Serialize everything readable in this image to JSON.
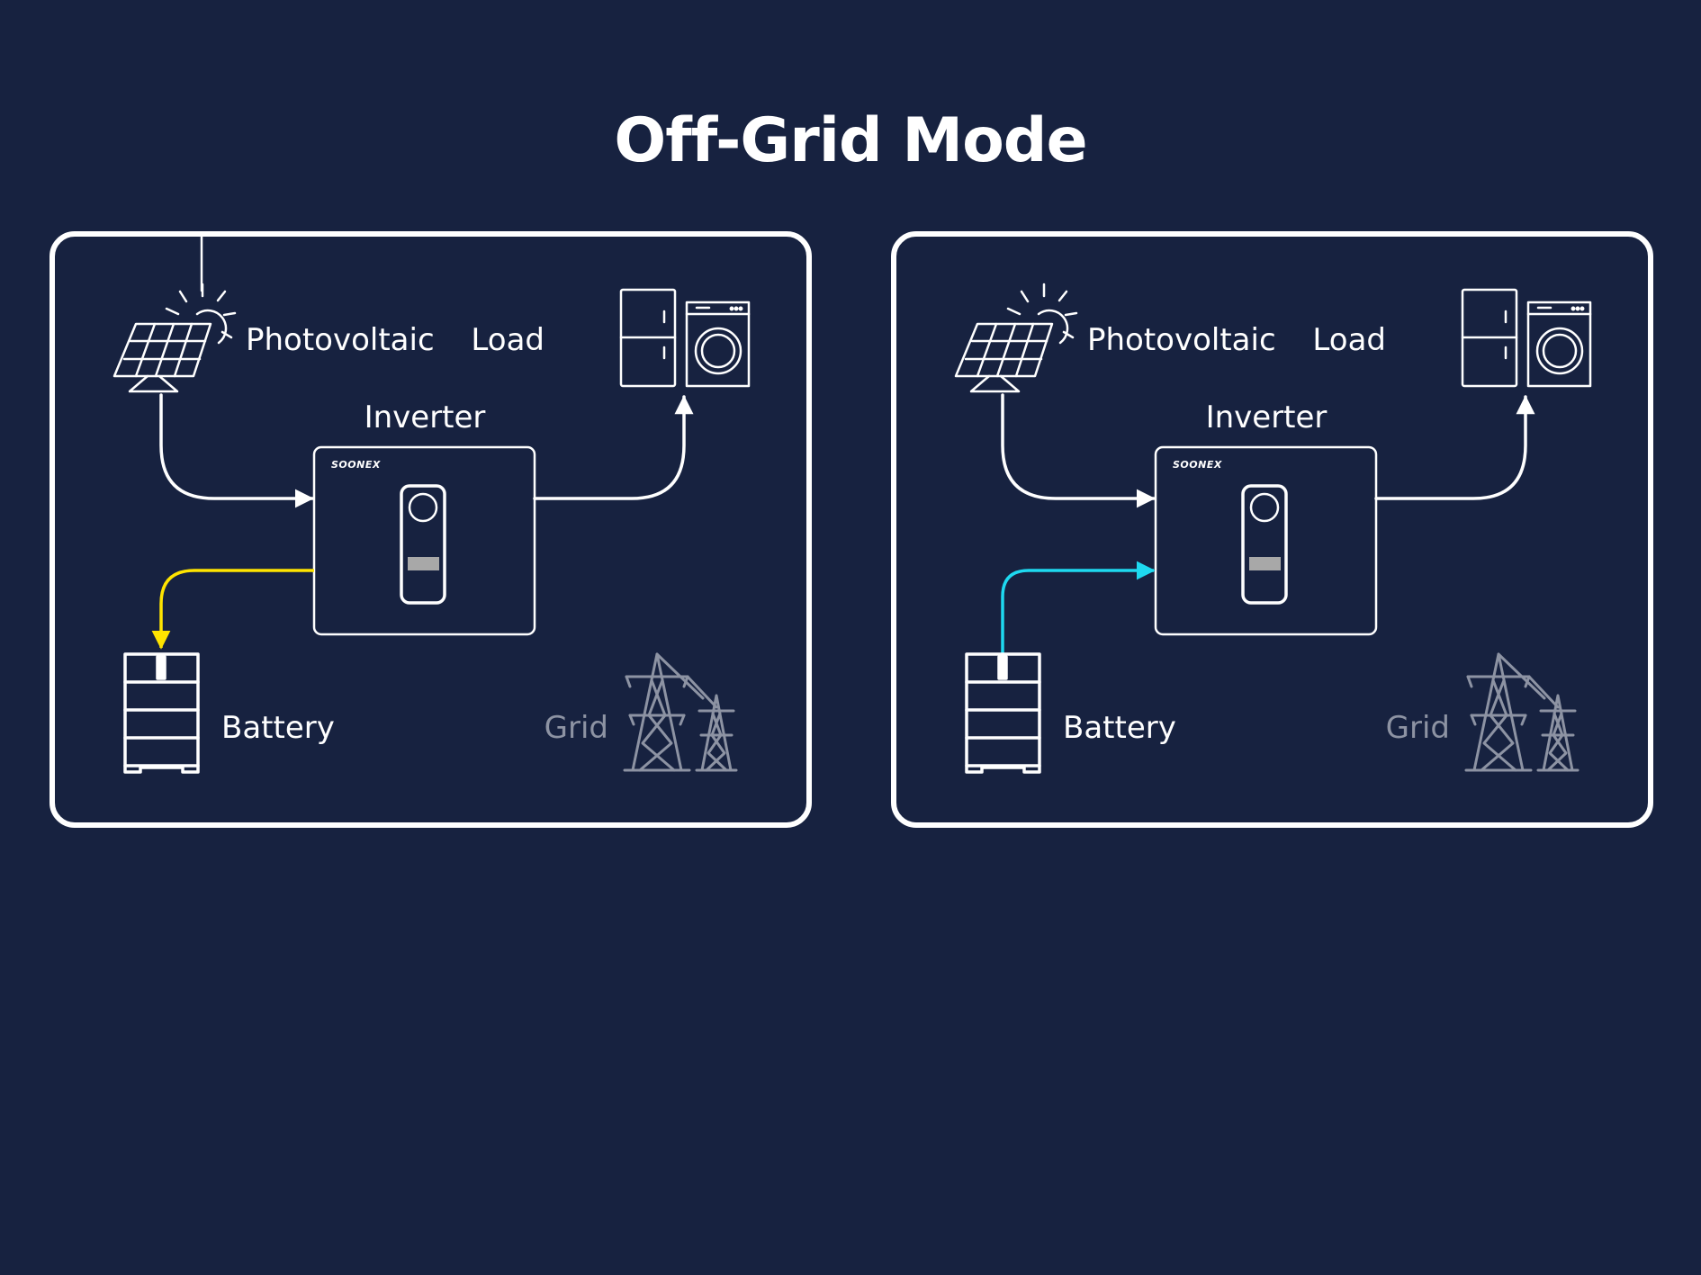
{
  "title": "Off-Grid Mode",
  "colors": {
    "background": "#172240",
    "foreground": "#ffffff",
    "muted": "#8d93a3",
    "battery_charge_flow": "#ffe400",
    "battery_discharge_flow": "#1ed9f0",
    "inverter_display": "#a8a8a8"
  },
  "panels": [
    {
      "labels": {
        "photovoltaic": "Photovoltaic",
        "load": "Load",
        "inverter": "Inverter",
        "battery": "Battery",
        "grid": "Grid"
      },
      "inverter_brand": "SOONEX",
      "icons": [
        "solar-panel-icon",
        "sun-icon",
        "refrigerator-icon",
        "washing-machine-icon",
        "inverter-icon",
        "battery-icon",
        "power-tower-icon"
      ],
      "flows": [
        {
          "from": "Photovoltaic",
          "to": "Inverter",
          "color": "#ffffff"
        },
        {
          "from": "Inverter",
          "to": "Load",
          "color": "#ffffff"
        },
        {
          "from": "Inverter",
          "to": "Battery",
          "color": "#ffe400"
        }
      ],
      "grid_active": false
    },
    {
      "labels": {
        "photovoltaic": "Photovoltaic",
        "load": "Load",
        "inverter": "Inverter",
        "battery": "Battery",
        "grid": "Grid"
      },
      "inverter_brand": "SOONEX",
      "icons": [
        "solar-panel-icon",
        "sun-icon",
        "refrigerator-icon",
        "washing-machine-icon",
        "inverter-icon",
        "battery-icon",
        "power-tower-icon"
      ],
      "flows": [
        {
          "from": "Photovoltaic",
          "to": "Inverter",
          "color": "#ffffff"
        },
        {
          "from": "Inverter",
          "to": "Load",
          "color": "#ffffff"
        },
        {
          "from": "Battery",
          "to": "Inverter",
          "color": "#1ed9f0"
        }
      ],
      "grid_active": false
    }
  ]
}
